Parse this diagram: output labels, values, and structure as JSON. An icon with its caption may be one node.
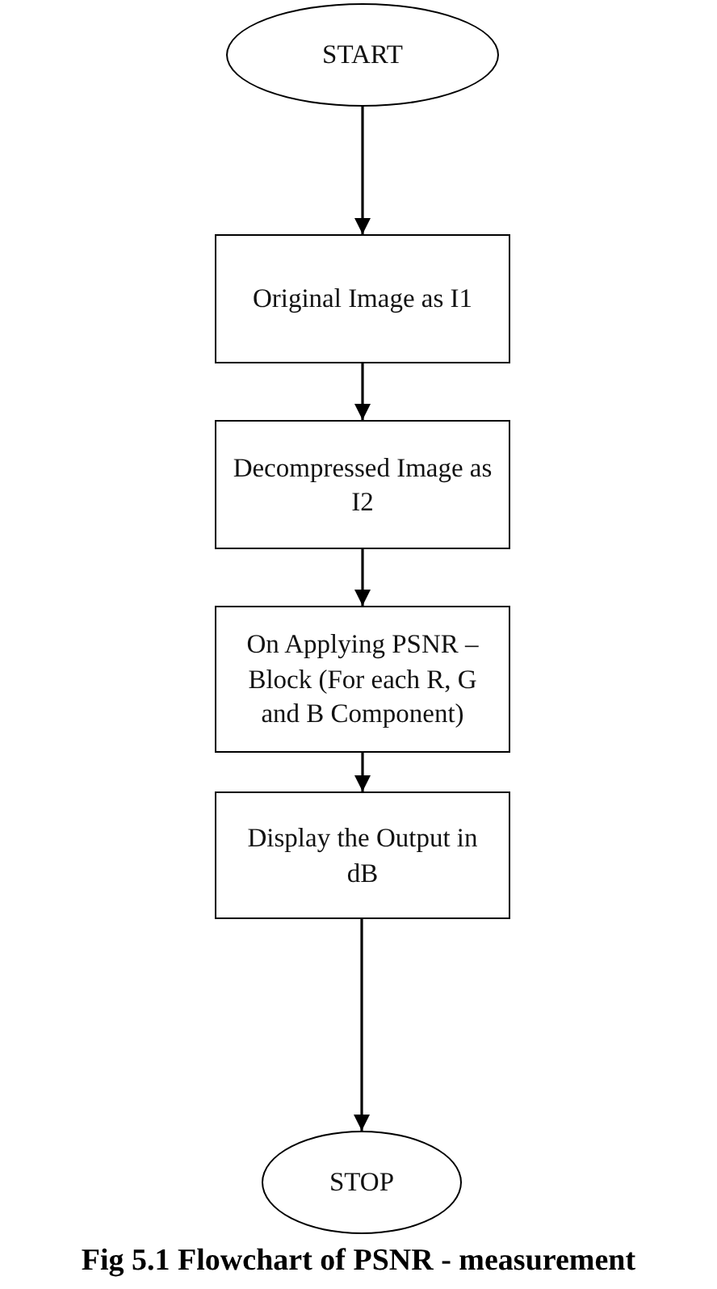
{
  "diagram": {
    "caption": "Fig 5.1 Flowchart of PSNR - measurement",
    "nodes": [
      {
        "text": [
          "START"
        ]
      },
      {
        "text": [
          "Original Image as I1"
        ]
      },
      {
        "text": [
          "Decompressed Image as I2"
        ]
      },
      {
        "text": [
          "On Applying PSNR –Block (For each R, G and B Component)"
        ]
      },
      {
        "text": [
          "Display the Output in dB"
        ]
      },
      {
        "text": [
          "STOP"
        ]
      }
    ],
    "edges": [
      {
        "from": 0,
        "to": 1,
        "arrow": "to"
      },
      {
        "from": 1,
        "to": 2,
        "arrow": "to"
      },
      {
        "from": 2,
        "to": 3,
        "arrow": "to"
      },
      {
        "from": 3,
        "to": 4,
        "arrow": "to"
      },
      {
        "from": 4,
        "to": 5,
        "arrow": "to"
      }
    ]
  }
}
